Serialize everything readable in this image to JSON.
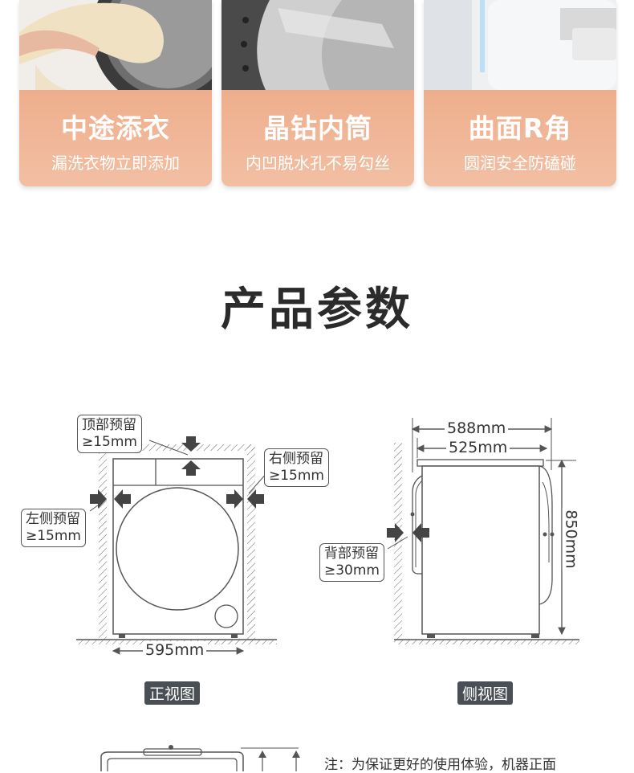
{
  "features": [
    {
      "title": "中途添衣",
      "subtitle": "漏洗衣物立即添加"
    },
    {
      "title": "晶钻内筒",
      "subtitle": "内凹脱水孔不易勾丝"
    },
    {
      "title": "曲面R角",
      "subtitle": "圆润安全防磕碰"
    }
  ],
  "section_title": "产品参数",
  "front_view": {
    "top_clearance": {
      "label": "顶部预留",
      "value": "≥15mm"
    },
    "right_clearance": {
      "label": "右侧预留",
      "value": "≥15mm"
    },
    "left_clearance": {
      "label": "左侧预留",
      "value": "≥15mm"
    },
    "width": "595mm",
    "caption": "正视图"
  },
  "side_view": {
    "depth_total": "588mm",
    "depth_body": "525mm",
    "height": "850mm",
    "back_clearance": {
      "label": "背部预留",
      "value": "≥30mm"
    },
    "caption": "侧视图"
  },
  "note": "注：为保证更好的使用体验，机器正面",
  "colors": {
    "card_band": "#eeae8c",
    "tag_bg": "#4a4f55",
    "line": "#555555"
  }
}
